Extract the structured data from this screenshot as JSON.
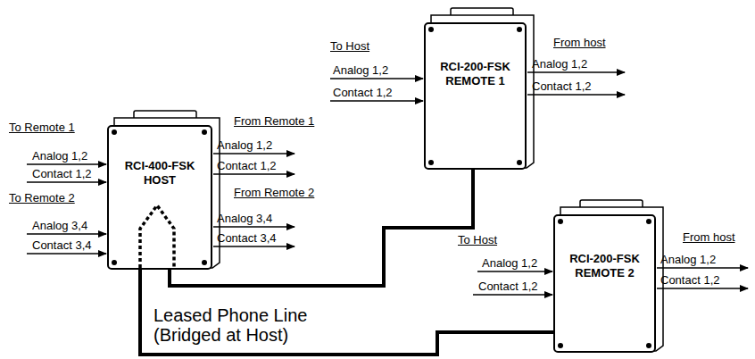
{
  "diagram": {
    "nodes": [
      {
        "text": [
          "RCI-400-FSK HOST"
        ]
      },
      {
        "text": [
          "RCI-200-FSK REMOTE 1"
        ]
      },
      {
        "text": [
          "RCI-200-FSK REMOTE 2"
        ]
      }
    ],
    "edges": [
      {
        "from": 0,
        "to": 1,
        "arrow": "none"
      },
      {
        "from": 0,
        "to": 2,
        "arrow": "none"
      }
    ],
    "labels": [
      "To Remote 1",
      "Analog 1,2",
      "Contact 1,2",
      "To Remote 2",
      "Analog 3,4",
      "Contact 3,4",
      "From Remote 1",
      "Analog 1,2",
      "Contact 1,2",
      "From Remote 2",
      "Analog 3,4",
      "Contact 3,4",
      "To Host",
      "Analog 1,2",
      "Contact 1,2",
      "From host",
      "Analog 1,2",
      "Contact 1,2",
      "To Host",
      "Analog 1,2",
      "Contact 1,2",
      "From host",
      "Analog 1,2",
      "Contact 1,2",
      "Leased Phone Line (Bridged at Host)"
    ]
  }
}
